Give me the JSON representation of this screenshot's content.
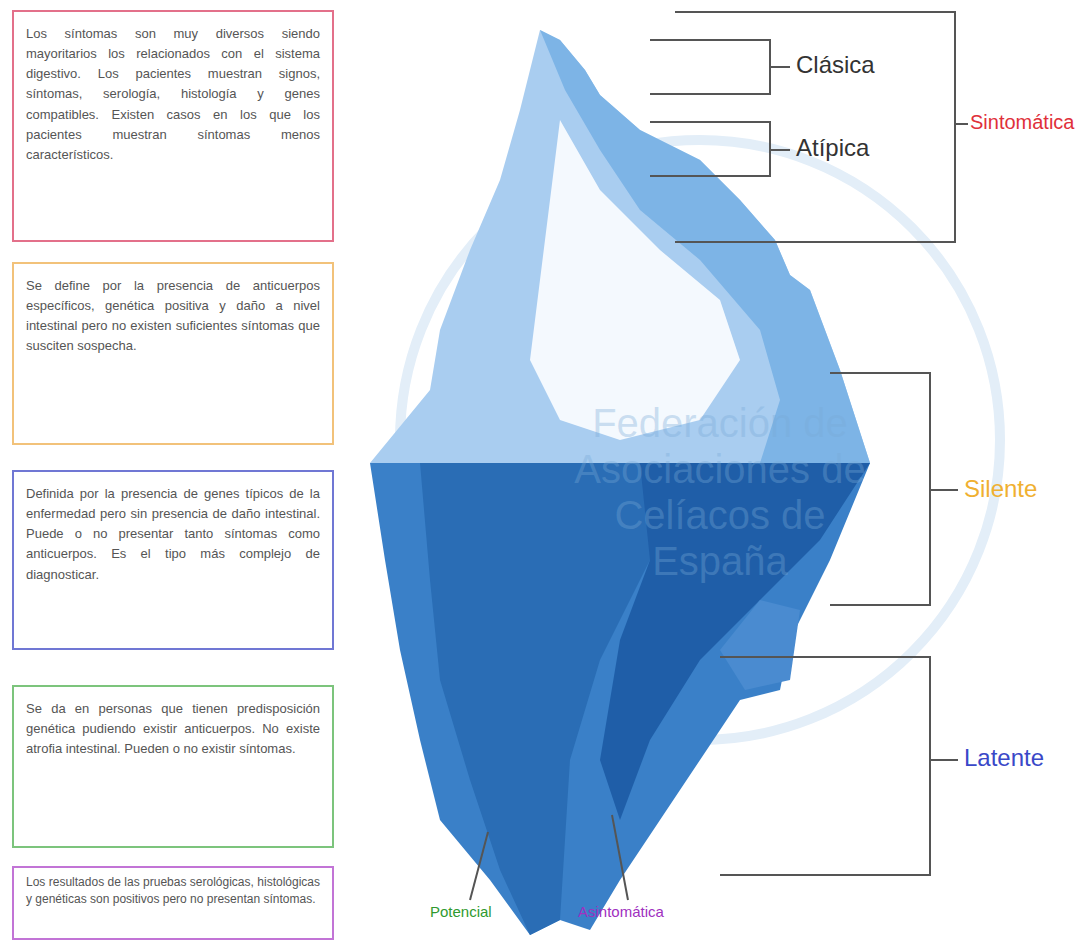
{
  "diagram": {
    "nodes": [
      {
        "text": [
          "Los síntomas son muy diversos siendo mayoritarios los relacionados con el sistema digestivo. Los pacientes muestran signos, síntomas, serología, histología y genes compatibles. Existen casos en los que los pacientes muestran síntomas menos característicos."
        ]
      },
      {
        "text": [
          "Se define por la presencia de anticuerpos específicos, genética positiva y daño a nivel intestinal pero no existen suficientes síntomas que susciten sospecha."
        ]
      },
      {
        "text": [
          "Definida por la presencia de genes típicos de la enfermedad pero sin presencia de daño intestinal. Puede o no presentar tanto síntomas como anticuerpos. Es el tipo más complejo de diagnosticar."
        ]
      },
      {
        "text": [
          "Se da en personas que tienen predisposición genética pudiendo existir anticuerpos. No existe atrofia intestinal. Pueden o no existir síntomas."
        ]
      },
      {
        "text": [
          "Los resultados de las pruebas serológicas, histológicas y genéticas son positivos pero no presentan síntomas."
        ]
      }
    ],
    "labels": [
      "Clásica",
      "Atípica",
      "Sintomática",
      "Silente",
      "Latente",
      "Potencial",
      "Asintomática",
      "Federación de Asociaciones de Celíacos de España"
    ]
  }
}
